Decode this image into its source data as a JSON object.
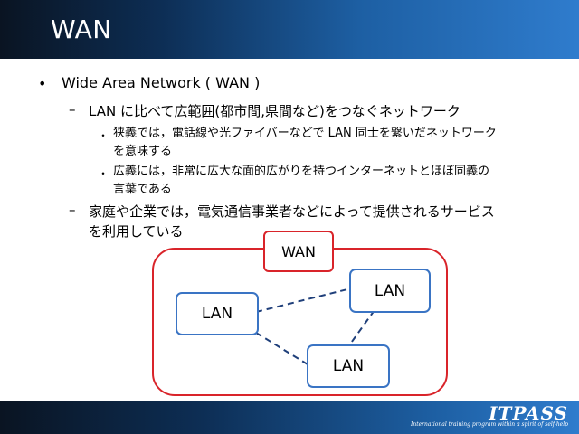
{
  "slide": {
    "title": "WAN",
    "bullets": {
      "l1": "Wide Area Network ( WAN )",
      "l2a": "LAN に比べて広範囲(都市間,県間など)をつなぐネットワーク",
      "l3a": [
        "狭義では，電話線や光ファイバーなどで LAN 同士を繋いだネットワーク",
        "を意味する"
      ],
      "l3b": [
        "広義には，非常に広大な面的広がりを持つインターネットとほぼ同義の",
        "言葉である"
      ],
      "l2b": [
        "家庭や企業では，電気通信事業者などによって提供されるサービス",
        "を利用している"
      ]
    }
  },
  "diagram": {
    "wan_label": "WAN",
    "lan_labels": [
      "LAN",
      "LAN",
      "LAN"
    ],
    "colors": {
      "wan_border": "#d9242a",
      "lan_border": "#3a74c4",
      "link": "#1f3f7a"
    }
  },
  "brand": {
    "name": "ITPASS",
    "tagline": "International training program within a spirit of self-help"
  }
}
